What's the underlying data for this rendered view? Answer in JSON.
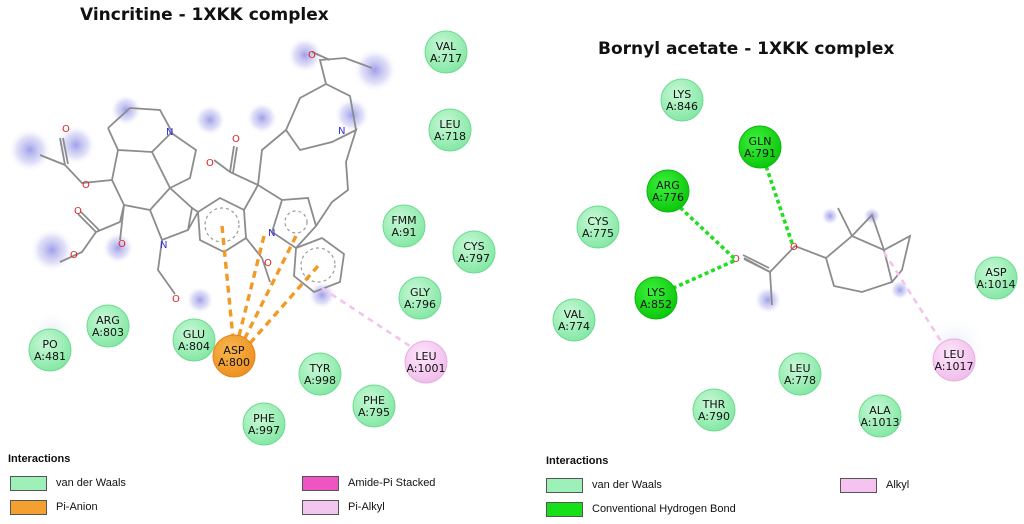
{
  "colors": {
    "van_der_waals": "#9ef0b9",
    "van_der_waals_edge": "#62d889",
    "hbond": "#18e018",
    "pi_anion": "#f4a030",
    "amide_pi": "#ee55c3",
    "pi_alkyl": "#f3c6ef",
    "alkyl": "#f5c3f0"
  },
  "left_panel": {
    "title": "Vincritine - 1XKK complex",
    "residues": [
      {
        "id": "val717",
        "l1": "VAL",
        "l2": "A:717",
        "type": "van_der_waals"
      },
      {
        "id": "leu718",
        "l1": "LEU",
        "l2": "A:718",
        "type": "van_der_waals"
      },
      {
        "id": "fmm91",
        "l1": "FMM",
        "l2": "A:91",
        "type": "van_der_waals"
      },
      {
        "id": "cys797",
        "l1": "CYS",
        "l2": "A:797",
        "type": "van_der_waals"
      },
      {
        "id": "gly796",
        "l1": "GLY",
        "l2": "A:796",
        "type": "van_der_waals"
      },
      {
        "id": "leu1001",
        "l1": "LEU",
        "l2": "A:1001",
        "type": "pi_alkyl"
      },
      {
        "id": "arg803",
        "l1": "ARG",
        "l2": "A:803",
        "type": "van_der_waals"
      },
      {
        "id": "glu804",
        "l1": "GLU",
        "l2": "A:804",
        "type": "van_der_waals"
      },
      {
        "id": "asp800",
        "l1": "ASP",
        "l2": "A:800",
        "type": "pi_anion"
      },
      {
        "id": "po481",
        "l1": "PO",
        "l2": "A:481",
        "type": "van_der_waals"
      },
      {
        "id": "tyr998",
        "l1": "TYR",
        "l2": "A:998",
        "type": "van_der_waals"
      },
      {
        "id": "phe795",
        "l1": "PHE",
        "l2": "A:795",
        "type": "van_der_waals"
      },
      {
        "id": "phe997",
        "l1": "PHE",
        "l2": "A:997",
        "type": "van_der_waals"
      }
    ],
    "legend_title": "Interactions",
    "legend": [
      {
        "label": "van der Waals",
        "color": "#9ef0b9"
      },
      {
        "label": "Amide-Pi Stacked",
        "color": "#ee55c3"
      },
      {
        "label": "Pi-Anion",
        "color": "#f4a030"
      },
      {
        "label": "Pi-Alkyl",
        "color": "#f3c6ef"
      }
    ]
  },
  "right_panel": {
    "title": "Bornyl acetate  - 1XKK complex",
    "residues": [
      {
        "id": "lys846",
        "l1": "LYS",
        "l2": "A:846",
        "type": "van_der_waals"
      },
      {
        "id": "gln791",
        "l1": "GLN",
        "l2": "A:791",
        "type": "hbond"
      },
      {
        "id": "arg776",
        "l1": "ARG",
        "l2": "A:776",
        "type": "hbond"
      },
      {
        "id": "cys775",
        "l1": "CYS",
        "l2": "A:775",
        "type": "van_der_waals"
      },
      {
        "id": "lys852",
        "l1": "LYS",
        "l2": "A:852",
        "type": "hbond"
      },
      {
        "id": "val774",
        "l1": "VAL",
        "l2": "A:774",
        "type": "van_der_waals"
      },
      {
        "id": "asp1014",
        "l1": "ASP",
        "l2": "A:1014",
        "type": "van_der_waals"
      },
      {
        "id": "leu1017",
        "l1": "LEU",
        "l2": "A:1017",
        "type": "alkyl"
      },
      {
        "id": "leu778",
        "l1": "LEU",
        "l2": "A:778",
        "type": "van_der_waals"
      },
      {
        "id": "thr790",
        "l1": "THR",
        "l2": "A:790",
        "type": "van_der_waals"
      },
      {
        "id": "ala1013",
        "l1": "ALA",
        "l2": "A:1013",
        "type": "van_der_waals"
      }
    ],
    "legend_title": "Interactions",
    "legend": [
      {
        "label": "van der Waals",
        "color": "#9ef0b9"
      },
      {
        "label": "Alkyl",
        "color": "#f5c3f0"
      },
      {
        "label": "Conventional Hydrogen Bond",
        "color": "#18e018"
      }
    ]
  },
  "atoms": {
    "O": "O",
    "N": "N"
  }
}
